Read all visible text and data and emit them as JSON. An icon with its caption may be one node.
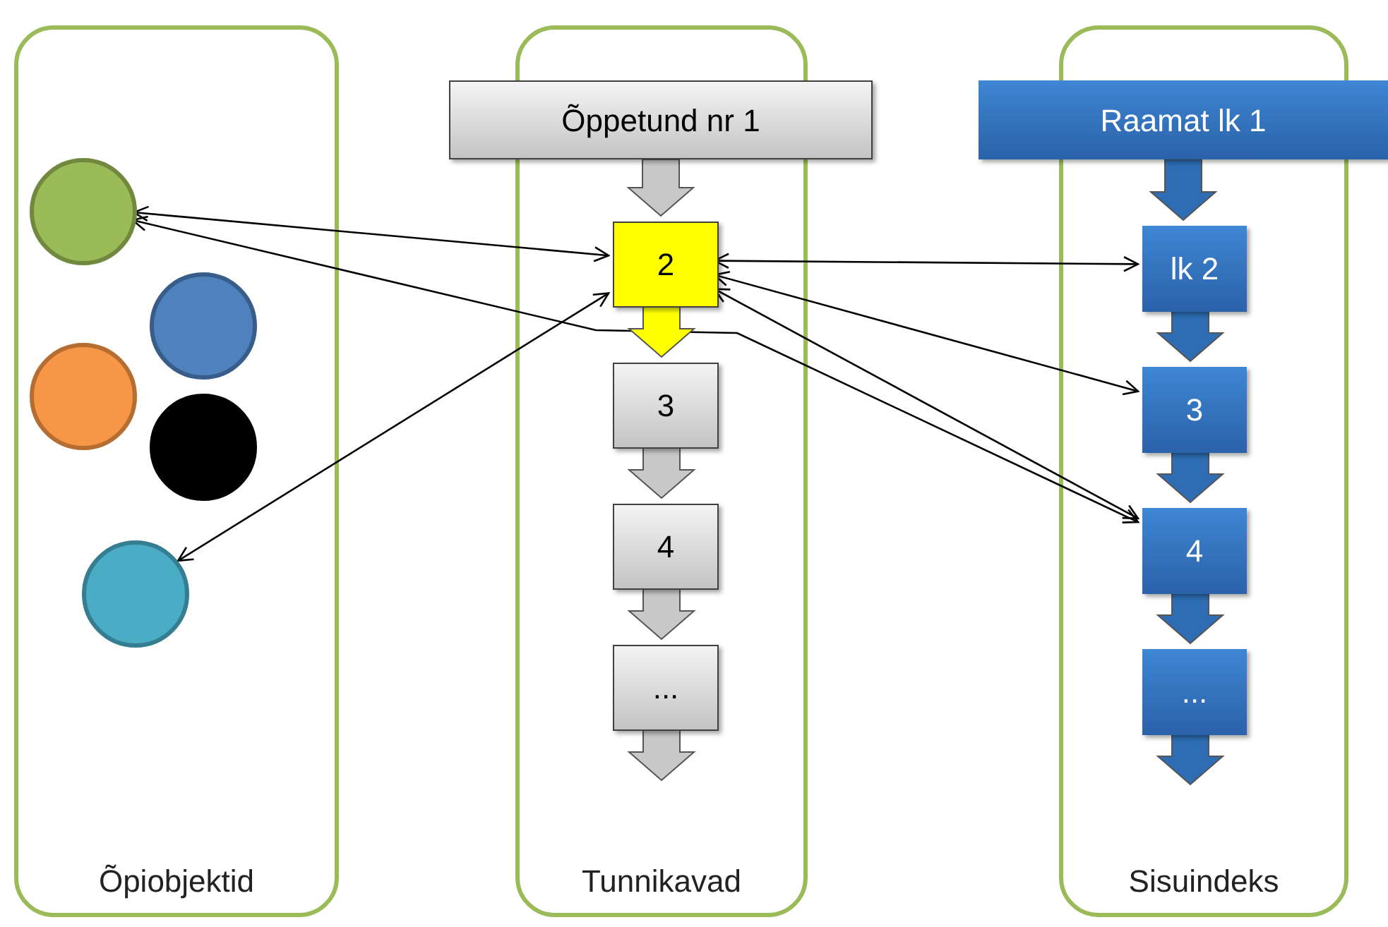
{
  "diagram": {
    "nodes": [
      {
        "text": [
          "Õpiobjektid"
        ]
      },
      {
        "text": [
          "Tunnikavad"
        ]
      },
      {
        "text": [
          "Sisuindeks"
        ]
      },
      {
        "text": [],
        "shape": "circle",
        "in": 0
      },
      {
        "text": [],
        "shape": "circle",
        "in": 0
      },
      {
        "text": [],
        "shape": "circle",
        "in": 0
      },
      {
        "text": [],
        "shape": "circle",
        "in": 0
      },
      {
        "text": [],
        "shape": "circle",
        "in": 0
      },
      {
        "text": [
          "Õppetund nr 1"
        ]
      },
      {
        "text": [
          "2"
        ],
        "in": 1
      },
      {
        "text": [
          "3"
        ],
        "in": 1
      },
      {
        "text": [
          "4"
        ],
        "in": 1
      },
      {
        "text": [
          "..."
        ],
        "in": 1
      },
      {
        "text": [
          "Raamat lk 1"
        ]
      },
      {
        "text": [
          "lk 2"
        ],
        "in": 2
      },
      {
        "text": [
          "3"
        ],
        "in": 2
      },
      {
        "text": [
          "4"
        ],
        "in": 2
      },
      {
        "text": [
          "..."
        ],
        "in": 2
      }
    ],
    "edges": [
      {
        "from": 3,
        "to": 9,
        "arrow": "both"
      },
      {
        "from": 3,
        "to": 16,
        "arrow": "both"
      },
      {
        "from": 7,
        "to": 9,
        "arrow": "both"
      },
      {
        "from": 9,
        "to": 14,
        "arrow": "both"
      },
      {
        "from": 9,
        "to": 15,
        "arrow": "both"
      },
      {
        "from": 9,
        "to": 16,
        "arrow": "both"
      },
      {
        "from": 8,
        "to": 9,
        "arrow": "to",
        "style": "thick",
        "color": "#c8c8c8"
      },
      {
        "from": 9,
        "to": 10,
        "arrow": "to",
        "style": "thick",
        "color": "#ffff00"
      },
      {
        "from": 10,
        "to": 11,
        "arrow": "to",
        "style": "thick",
        "color": "#c8c8c8"
      },
      {
        "from": 11,
        "to": 12,
        "arrow": "to",
        "style": "thick",
        "color": "#c8c8c8"
      },
      {
        "from": 12,
        "to": null,
        "arrow": "to",
        "style": "thick",
        "color": "#c8c8c8"
      },
      {
        "from": 13,
        "to": 14,
        "arrow": "to",
        "style": "thick",
        "color": "#2e6db4"
      },
      {
        "from": 14,
        "to": 15,
        "arrow": "to",
        "style": "thick",
        "color": "#2e6db4"
      },
      {
        "from": 15,
        "to": 16,
        "arrow": "to",
        "style": "thick",
        "color": "#2e6db4"
      },
      {
        "from": 16,
        "to": 17,
        "arrow": "to",
        "style": "thick",
        "color": "#2e6db4"
      },
      {
        "from": 17,
        "to": null,
        "arrow": "to",
        "style": "thick",
        "color": "#2e6db4"
      }
    ]
  }
}
